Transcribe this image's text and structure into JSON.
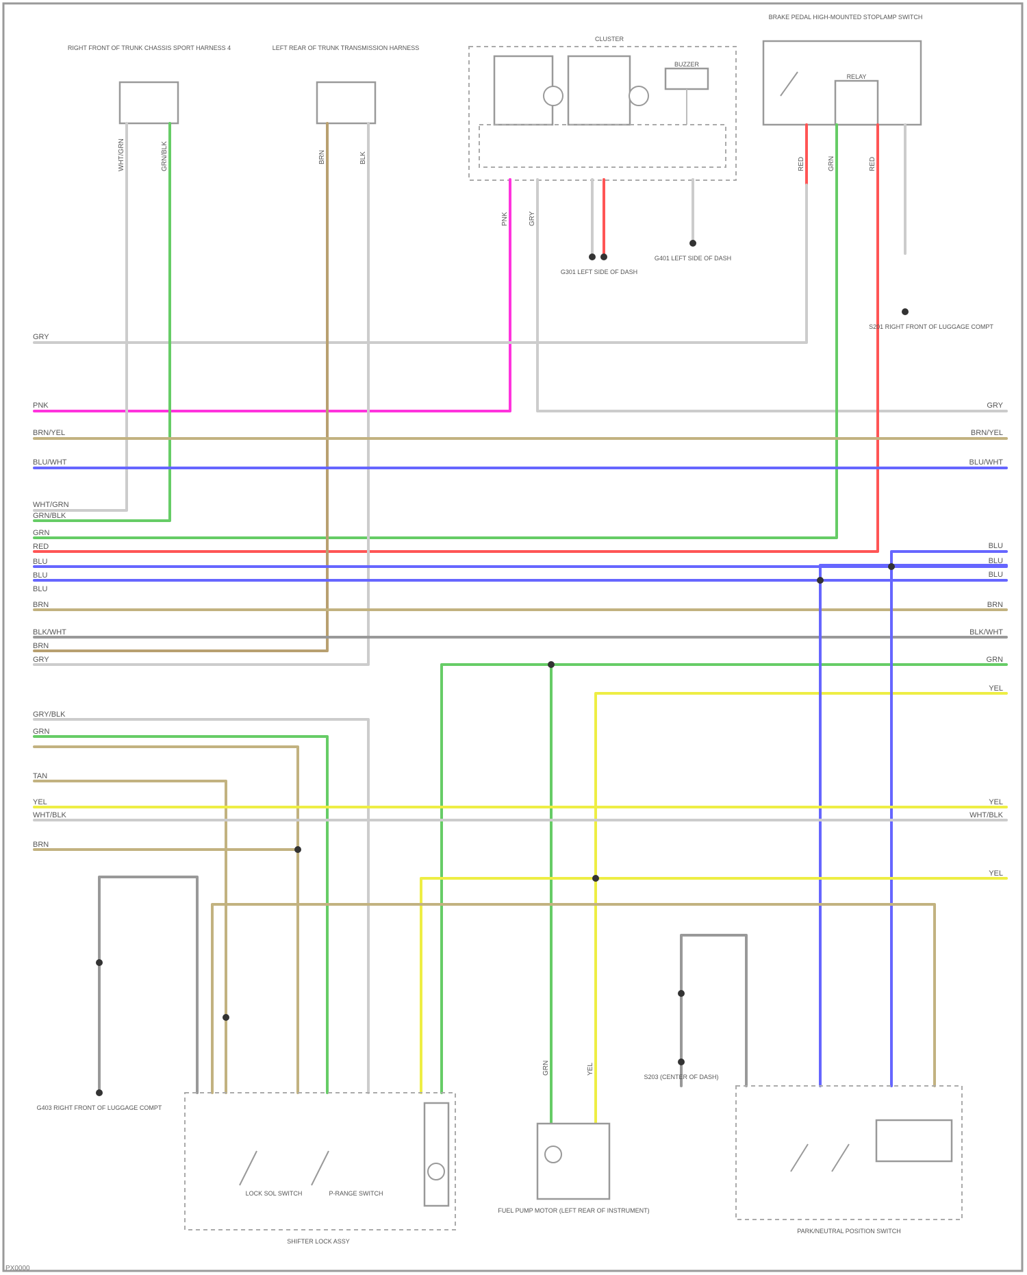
{
  "components": {
    "left_sensor": "RIGHT FRONT OF TRUNK CHASSIS SPORT HARNESS 4",
    "center_sensor": "LEFT REAR OF TRUNK TRANSMISSION HARNESS",
    "cluster": "CLUSTER",
    "cluster_buzzer": "BUZZER",
    "brake_switch": "BRAKE PEDAL HIGH-MOUNTED STOPLAMP SWITCH",
    "brake_switch_relay": "RELAY",
    "ground_g301": "G301 LEFT SIDE OF DASH",
    "ground_g401": "G401 LEFT SIDE OF DASH",
    "ground_g403": "G403 RIGHT FRONT OF LUGGAGE COMPT",
    "splice_s201": "S201 RIGHT FRONT OF LUGGAGE COMPT",
    "splice_s203": "S203 (CENTER OF DASH)",
    "shifter_module": "SHIFTER LOCK ASSY",
    "shifter_lock_switch": "LOCK SOL SWITCH",
    "shifter_park_switch": "P-RANGE SWITCH",
    "fuel_pump_motor": "FUEL PUMP MOTOR (LEFT REAR OF INSTRUMENT)",
    "park_neutral_switch": "PARK/NEUTRAL POSITION SWITCH",
    "figure_id": "PX0000"
  },
  "wire_labels": {
    "w1": "GRY",
    "w2": "PNK",
    "w3": "BRN/YEL",
    "w4": "BLU/WHT",
    "w5": "WHT/GRN",
    "w6": "GRN/BLK",
    "w7": "GRN",
    "w8": "RED",
    "w9": "BLU",
    "w10": "BLU",
    "w11": "BLU",
    "w12": "BRN",
    "w13": "BLK/WHT",
    "w14": "BRN",
    "w15": "GRY",
    "w16": "GRN",
    "w17": "YEL",
    "w18": "WHT/BLK",
    "w19": "GRN",
    "w20": "BRN",
    "w21": "TAN",
    "w22": "YEL",
    "w23": "WHT/BLK",
    "w24": "BRN",
    "w25": "YEL",
    "w26": "GRY/BLK",
    "w27": "BLK"
  },
  "colors": {
    "pink": "#ff33dd",
    "green": "#66cc66",
    "red": "#ff5555",
    "blue": "#6666ff",
    "yellow": "#eeee44",
    "tan": "#c2b280",
    "olive": "#b8a070",
    "gray": "#cccccc",
    "dark_gray": "#999999"
  }
}
